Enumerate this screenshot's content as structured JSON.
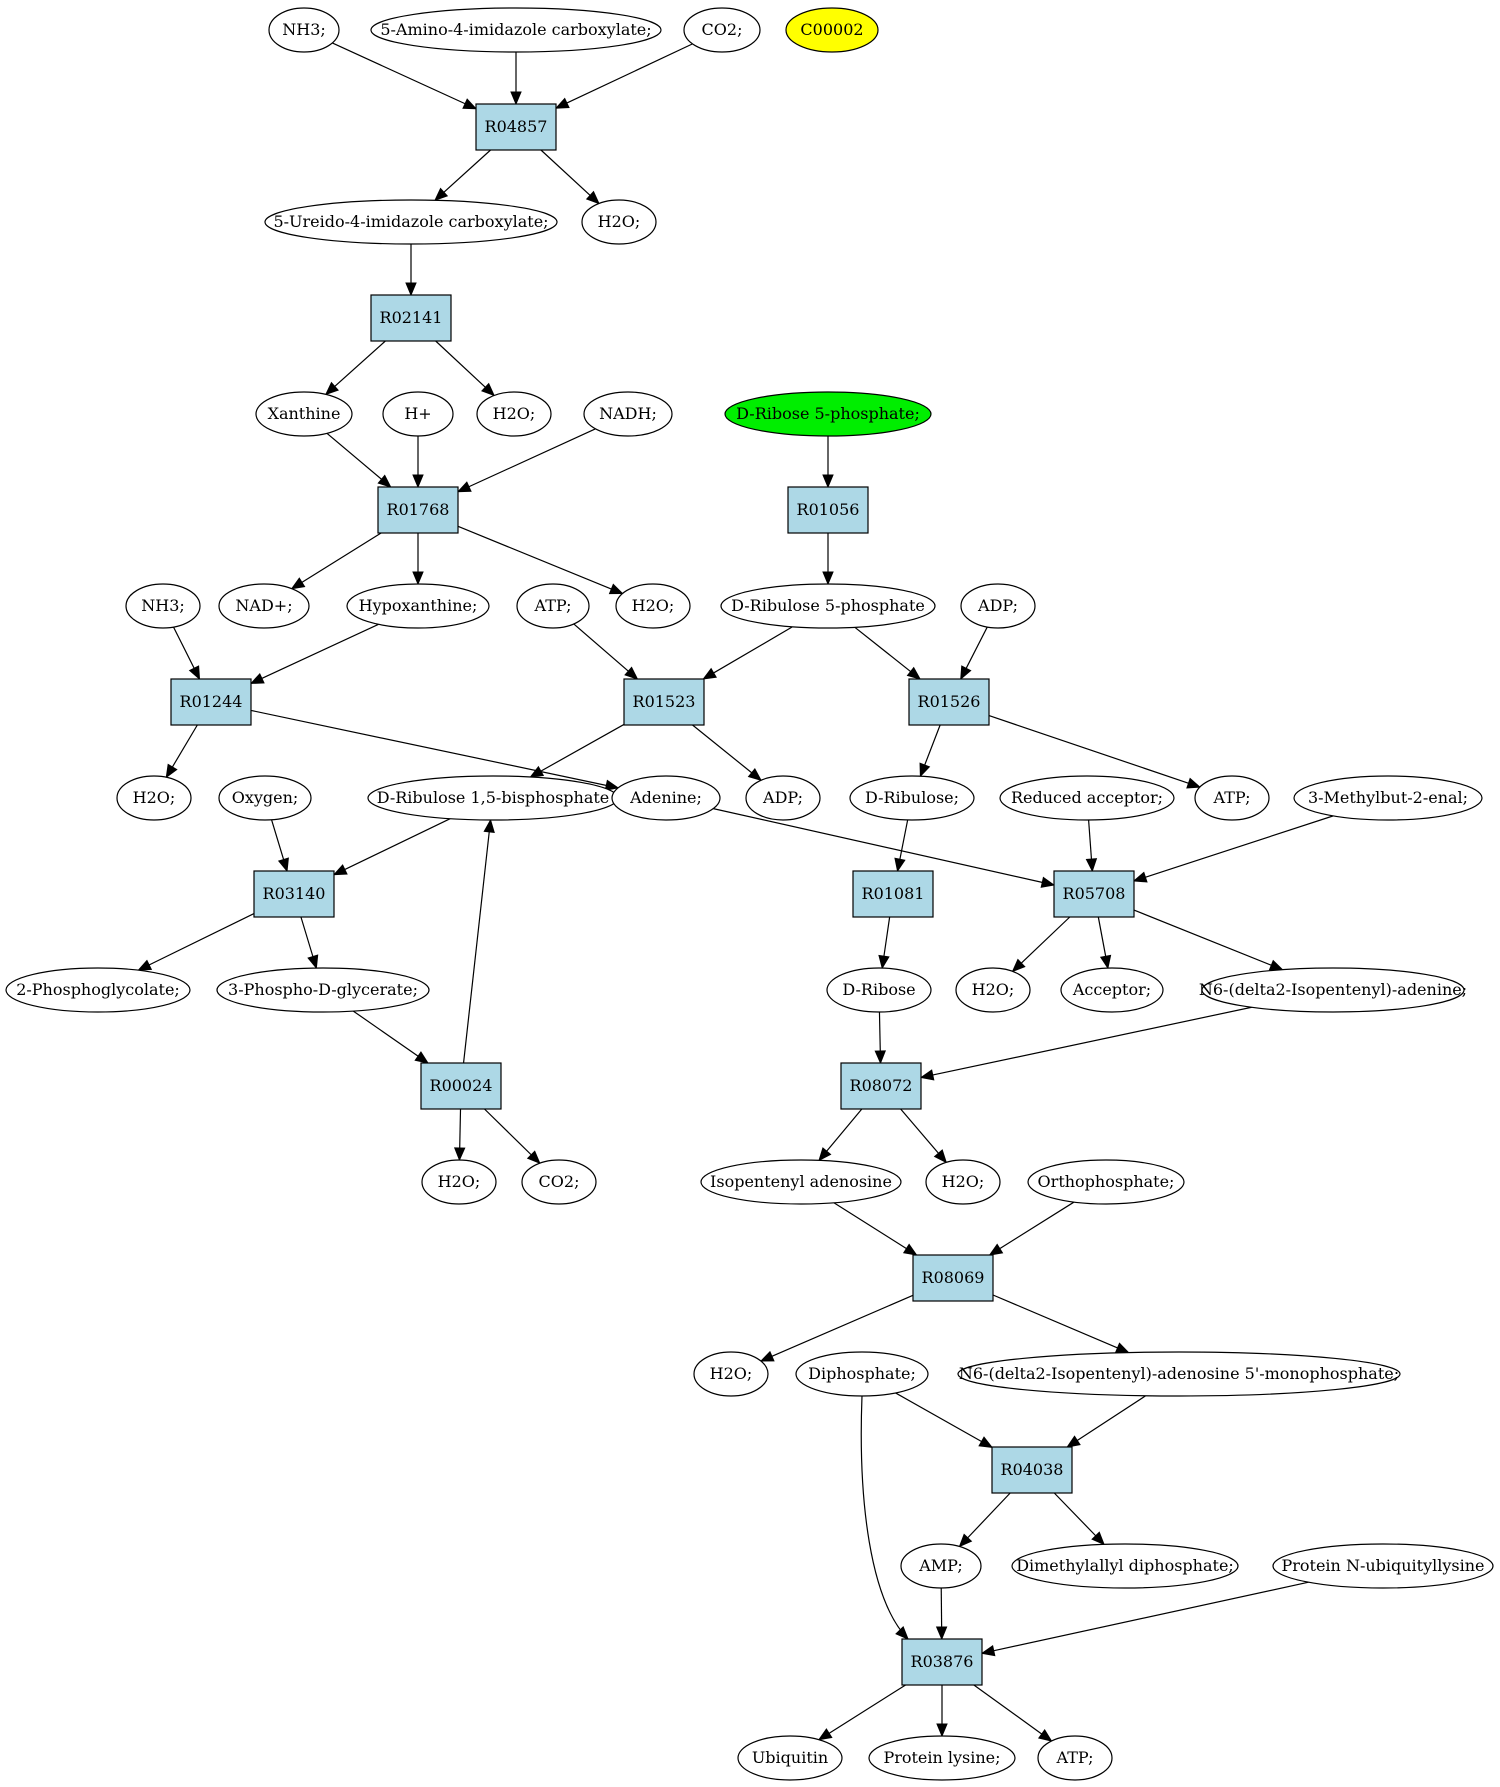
{
  "colors": {
    "reaction_fill": "#add8e6",
    "compound_fill": "#ffffff",
    "start_compound_fill": "#00ee00",
    "highlight_compound_fill": "#ffff00",
    "stroke": "#000000"
  },
  "reactions": [
    {
      "id": "R04857",
      "label": "R04857"
    },
    {
      "id": "R02141",
      "label": "R02141"
    },
    {
      "id": "R01768",
      "label": "R01768"
    },
    {
      "id": "R01056",
      "label": "R01056"
    },
    {
      "id": "R01244",
      "label": "R01244"
    },
    {
      "id": "R01523",
      "label": "R01523"
    },
    {
      "id": "R01526",
      "label": "R01526"
    },
    {
      "id": "R03140",
      "label": "R03140"
    },
    {
      "id": "R01081",
      "label": "R01081"
    },
    {
      "id": "R05708",
      "label": "R05708"
    },
    {
      "id": "R00024",
      "label": "R00024"
    },
    {
      "id": "R08072",
      "label": "R08072"
    },
    {
      "id": "R08069",
      "label": "R08069"
    },
    {
      "id": "R04038",
      "label": "R04038"
    },
    {
      "id": "R03876",
      "label": "R03876"
    }
  ],
  "compounds": [
    {
      "id": "c_nh3_a",
      "label": "NH3;",
      "style": "normal"
    },
    {
      "id": "c_aic",
      "label": "5-Amino-4-imidazole carboxylate;",
      "style": "normal"
    },
    {
      "id": "c_co2_a",
      "label": "CO2;",
      "style": "normal"
    },
    {
      "id": "c_c00002",
      "label": "C00002",
      "style": "highlight"
    },
    {
      "id": "c_uic",
      "label": "5-Ureido-4-imidazole carboxylate;",
      "style": "normal"
    },
    {
      "id": "c_h2o_a",
      "label": "H2O;",
      "style": "normal"
    },
    {
      "id": "c_xanthine",
      "label": "Xanthine",
      "style": "normal"
    },
    {
      "id": "c_hplus",
      "label": "H+",
      "style": "normal"
    },
    {
      "id": "c_h2o_b",
      "label": "H2O;",
      "style": "normal"
    },
    {
      "id": "c_nadh",
      "label": "NADH;",
      "style": "normal"
    },
    {
      "id": "c_r5p",
      "label": "D-Ribose 5-phosphate;",
      "style": "start"
    },
    {
      "id": "c_nh3_b",
      "label": "NH3;",
      "style": "normal"
    },
    {
      "id": "c_nadplus",
      "label": "NAD+;",
      "style": "normal"
    },
    {
      "id": "c_hypox",
      "label": "Hypoxanthine;",
      "style": "normal"
    },
    {
      "id": "c_atp_a",
      "label": "ATP;",
      "style": "normal"
    },
    {
      "id": "c_h2o_c",
      "label": "H2O;",
      "style": "normal"
    },
    {
      "id": "c_ru5p",
      "label": "D-Ribulose 5-phosphate",
      "style": "normal"
    },
    {
      "id": "c_adp_a",
      "label": "ADP;",
      "style": "normal"
    },
    {
      "id": "c_h2o_d",
      "label": "H2O;",
      "style": "normal"
    },
    {
      "id": "c_oxygen",
      "label": "Oxygen;",
      "style": "normal"
    },
    {
      "id": "c_rubp",
      "label": "D-Ribulose 1,5-bisphosphate",
      "style": "normal"
    },
    {
      "id": "c_adenine",
      "label": "Adenine;",
      "style": "normal"
    },
    {
      "id": "c_adp_b",
      "label": "ADP;",
      "style": "normal"
    },
    {
      "id": "c_ribulose",
      "label": "D-Ribulose;",
      "style": "normal"
    },
    {
      "id": "c_redacc",
      "label": "Reduced acceptor;",
      "style": "normal"
    },
    {
      "id": "c_atp_b",
      "label": "ATP;",
      "style": "normal"
    },
    {
      "id": "c_methylbut",
      "label": "3-Methylbut-2-enal;",
      "style": "normal"
    },
    {
      "id": "c_2pg",
      "label": "2-Phosphoglycolate;",
      "style": "normal"
    },
    {
      "id": "c_3pg",
      "label": "3-Phospho-D-glycerate;",
      "style": "normal"
    },
    {
      "id": "c_ribose",
      "label": "D-Ribose",
      "style": "normal"
    },
    {
      "id": "c_h2o_e",
      "label": "H2O;",
      "style": "normal"
    },
    {
      "id": "c_acceptor",
      "label": "Acceptor;",
      "style": "normal"
    },
    {
      "id": "c_n6ade",
      "label": "N6-(delta2-Isopentenyl)-adenine;",
      "style": "normal"
    },
    {
      "id": "c_h2o_f",
      "label": "H2O;",
      "style": "normal"
    },
    {
      "id": "c_co2_b",
      "label": "CO2;",
      "style": "normal"
    },
    {
      "id": "c_isoade",
      "label": "Isopentenyl adenosine",
      "style": "normal"
    },
    {
      "id": "c_h2o_g",
      "label": "H2O;",
      "style": "normal"
    },
    {
      "id": "c_orthop",
      "label": "Orthophosphate;",
      "style": "normal"
    },
    {
      "id": "c_h2o_h",
      "label": "H2O;",
      "style": "normal"
    },
    {
      "id": "c_diphos",
      "label": "Diphosphate;",
      "style": "normal"
    },
    {
      "id": "c_n6amp",
      "label": "N6-(delta2-Isopentenyl)-adenosine 5'-monophosphate;",
      "style": "normal"
    },
    {
      "id": "c_amp",
      "label": "AMP;",
      "style": "normal"
    },
    {
      "id": "c_dmapp",
      "label": "Dimethylallyl diphosphate;",
      "style": "normal"
    },
    {
      "id": "c_pubk",
      "label": "Protein N-ubiquityllysine",
      "style": "normal"
    },
    {
      "id": "c_ubiquitin",
      "label": "Ubiquitin",
      "style": "normal"
    },
    {
      "id": "c_plys",
      "label": "Protein lysine;",
      "style": "normal"
    },
    {
      "id": "c_atp_c",
      "label": "ATP;",
      "style": "normal"
    }
  ],
  "edges": [
    {
      "from": "c_nh3_a",
      "to": "R04857"
    },
    {
      "from": "c_aic",
      "to": "R04857"
    },
    {
      "from": "c_co2_a",
      "to": "R04857"
    },
    {
      "from": "R04857",
      "to": "c_uic"
    },
    {
      "from": "R04857",
      "to": "c_h2o_a"
    },
    {
      "from": "c_uic",
      "to": "R02141"
    },
    {
      "from": "R02141",
      "to": "c_xanthine"
    },
    {
      "from": "R02141",
      "to": "c_h2o_b"
    },
    {
      "from": "c_xanthine",
      "to": "R01768"
    },
    {
      "from": "c_hplus",
      "to": "R01768"
    },
    {
      "from": "c_nadh",
      "to": "R01768"
    },
    {
      "from": "R01768",
      "to": "c_nadplus"
    },
    {
      "from": "R01768",
      "to": "c_hypox"
    },
    {
      "from": "R01768",
      "to": "c_h2o_c"
    },
    {
      "from": "c_r5p",
      "to": "R01056"
    },
    {
      "from": "R01056",
      "to": "c_ru5p"
    },
    {
      "from": "c_nh3_b",
      "to": "R01244"
    },
    {
      "from": "c_hypox",
      "to": "R01244"
    },
    {
      "from": "R01244",
      "to": "c_h2o_d"
    },
    {
      "from": "R01244",
      "to": "c_adenine"
    },
    {
      "from": "c_atp_a",
      "to": "R01523"
    },
    {
      "from": "c_ru5p",
      "to": "R01523"
    },
    {
      "from": "R01523",
      "to": "c_rubp"
    },
    {
      "from": "R01523",
      "to": "c_adp_b"
    },
    {
      "from": "c_ru5p",
      "to": "R01526"
    },
    {
      "from": "c_adp_a",
      "to": "R01526"
    },
    {
      "from": "R01526",
      "to": "c_ribulose"
    },
    {
      "from": "R01526",
      "to": "c_atp_b"
    },
    {
      "from": "c_oxygen",
      "to": "R03140"
    },
    {
      "from": "c_rubp",
      "to": "R03140"
    },
    {
      "from": "R03140",
      "to": "c_2pg"
    },
    {
      "from": "R03140",
      "to": "c_3pg"
    },
    {
      "from": "c_ribulose",
      "to": "R01081"
    },
    {
      "from": "R01081",
      "to": "c_ribose"
    },
    {
      "from": "c_adenine",
      "to": "R05708"
    },
    {
      "from": "c_redacc",
      "to": "R05708"
    },
    {
      "from": "c_methylbut",
      "to": "R05708"
    },
    {
      "from": "R05708",
      "to": "c_h2o_e"
    },
    {
      "from": "R05708",
      "to": "c_acceptor"
    },
    {
      "from": "R05708",
      "to": "c_n6ade"
    },
    {
      "from": "c_3pg",
      "to": "R00024"
    },
    {
      "from": "R00024",
      "to": "c_rubp"
    },
    {
      "from": "R00024",
      "to": "c_h2o_f"
    },
    {
      "from": "R00024",
      "to": "c_co2_b"
    },
    {
      "from": "c_ribose",
      "to": "R08072"
    },
    {
      "from": "c_n6ade",
      "to": "R08072"
    },
    {
      "from": "R08072",
      "to": "c_isoade"
    },
    {
      "from": "R08072",
      "to": "c_h2o_g"
    },
    {
      "from": "c_isoade",
      "to": "R08069"
    },
    {
      "from": "c_orthop",
      "to": "R08069"
    },
    {
      "from": "R08069",
      "to": "c_h2o_h"
    },
    {
      "from": "R08069",
      "to": "c_n6amp"
    },
    {
      "from": "c_diphos",
      "to": "R04038"
    },
    {
      "from": "c_n6amp",
      "to": "R04038"
    },
    {
      "from": "R04038",
      "to": "c_amp"
    },
    {
      "from": "R04038",
      "to": "c_dmapp"
    },
    {
      "from": "c_amp",
      "to": "R03876"
    },
    {
      "from": "c_diphos",
      "to": "R03876",
      "curved": true
    },
    {
      "from": "c_pubk",
      "to": "R03876"
    },
    {
      "from": "R03876",
      "to": "c_ubiquitin"
    },
    {
      "from": "R03876",
      "to": "c_plys"
    },
    {
      "from": "R03876",
      "to": "c_atp_c"
    }
  ]
}
